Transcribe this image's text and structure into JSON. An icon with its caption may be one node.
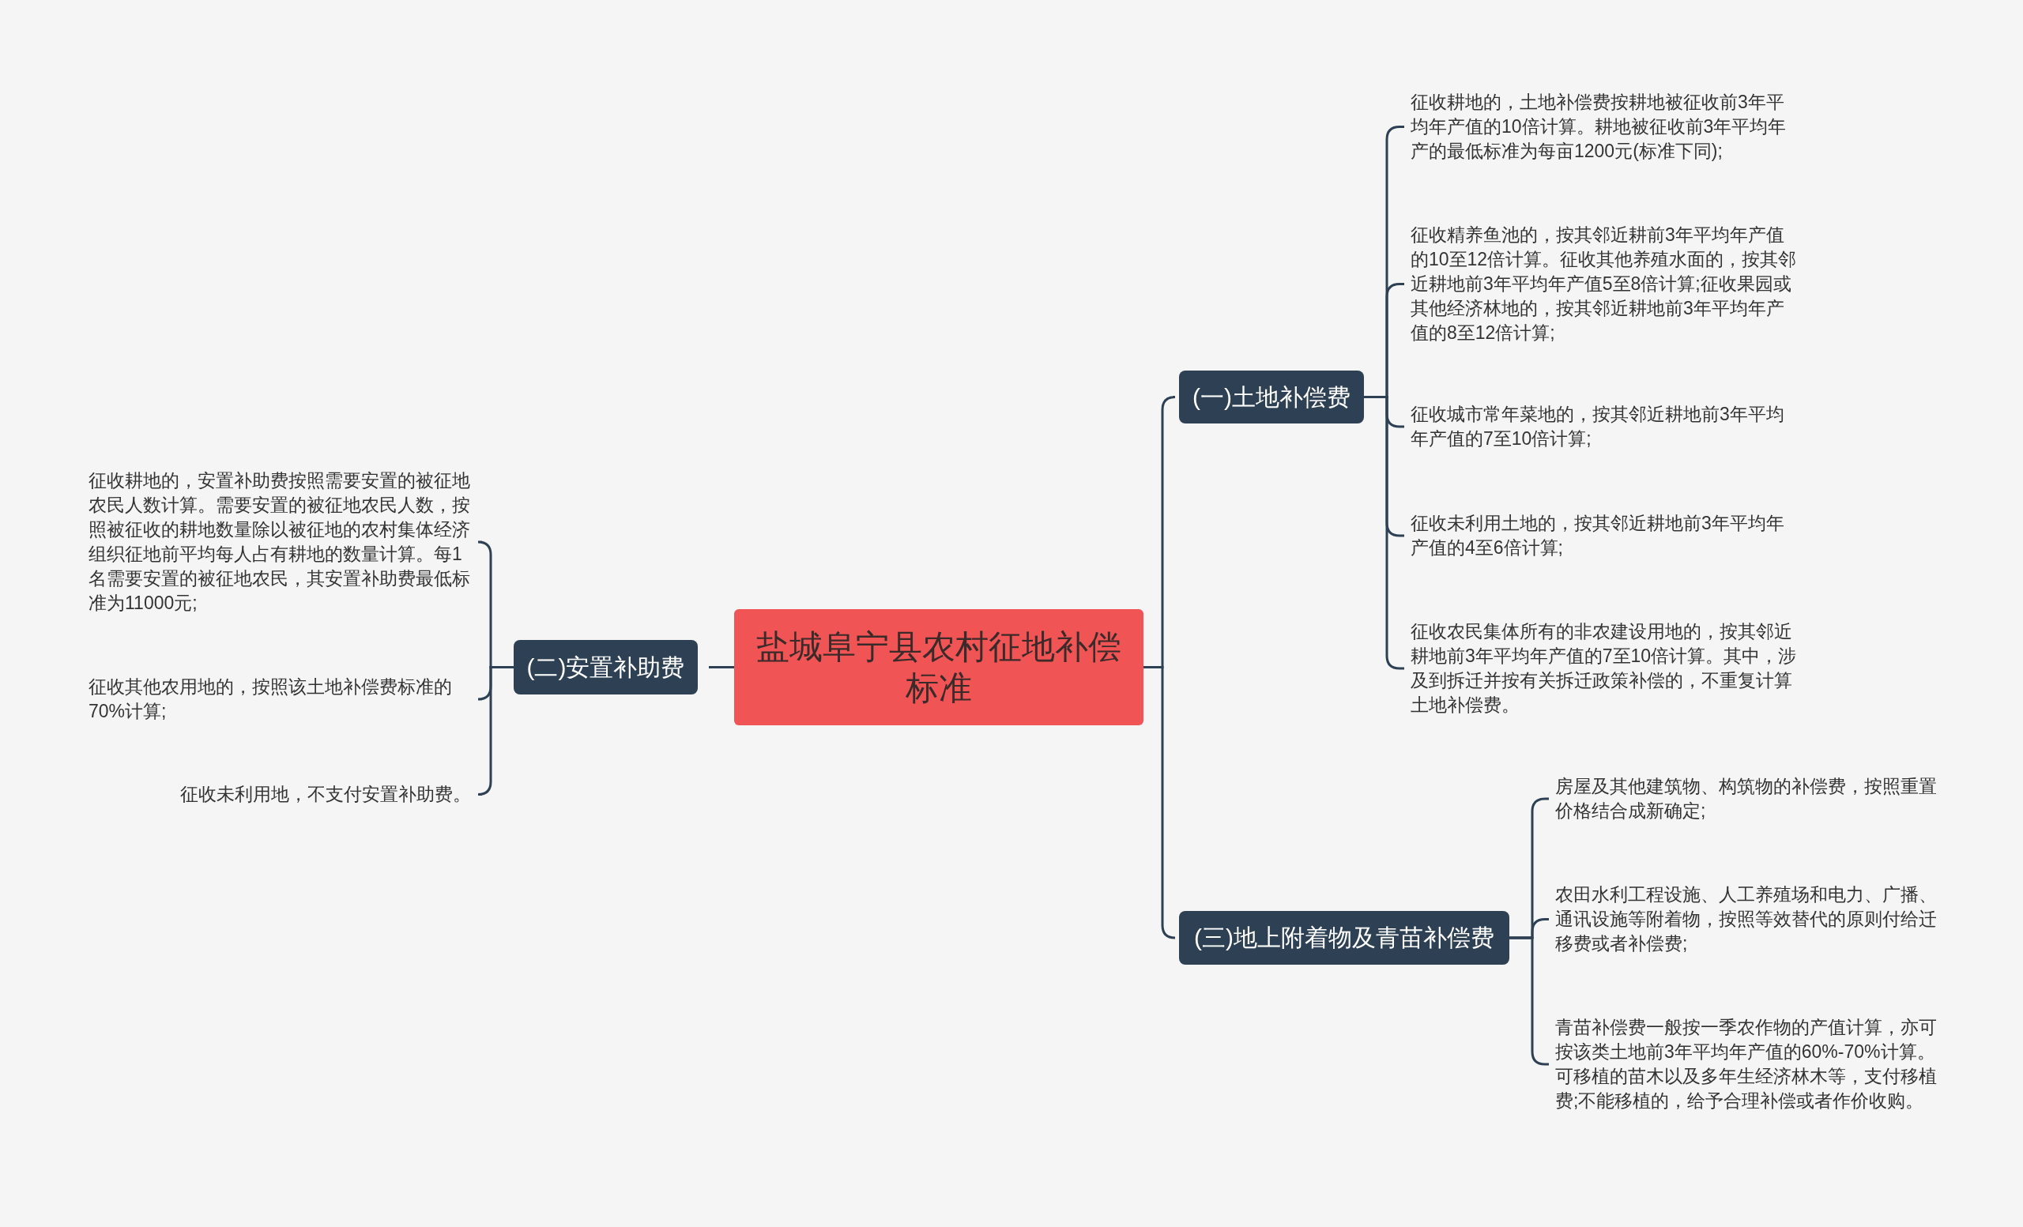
{
  "diagram": {
    "nodes": [
      {
        "text": [
          "盐城阜宁县农村征地补偿标准"
        ]
      },
      {
        "text": [
          "(一)土地补偿费"
        ]
      },
      {
        "text": [
          "征收耕地的，土地补偿费按耕地被征收前3年平均年产值的10倍计算。耕地被征收前3年平均年产的最低标准为每亩1200元(标准下同);"
        ]
      },
      {
        "text": [
          "征收精养鱼池的，按其邻近耕前3年平均年产值的10至12倍计算。征收其他养殖水面的，按其邻近耕地前3年平均年产值5至8倍计算;征收果园或其他经济林地的，按其邻近耕地前3年平均年产值的8至12倍计算;"
        ]
      },
      {
        "text": [
          "征收城市常年菜地的，按其邻近耕地前3年平均年产值的7至10倍计算;"
        ]
      },
      {
        "text": [
          "征收未利用土地的，按其邻近耕地前3年平均年产值的4至6倍计算;"
        ]
      },
      {
        "text": [
          "征收农民集体所有的非农建设用地的，按其邻近耕地前3年平均年产值的7至10倍计算。其中，涉及到拆迁并按有关拆迁政策补偿的，不重复计算土地补偿费。"
        ]
      },
      {
        "text": [
          "(三)地上附着物及青苗补偿费"
        ]
      },
      {
        "text": [
          "房屋及其他建筑物、构筑物的补偿费，按照重置价格结合成新确定;"
        ]
      },
      {
        "text": [
          "农田水利工程设施、人工养殖场和电力、广播、通讯设施等附着物，按照等效替代的原则付给迁移费或者补偿费;"
        ]
      },
      {
        "text": [
          "青苗补偿费一般按一季农作物的产值计算，亦可按该类土地前3年平均年产值的60%-70%计算。可移植的苗木以及多年生经济林木等，支付移植费;不能移植的，给予合理补偿或者作价收购。"
        ]
      },
      {
        "text": [
          "(二)安置补助费"
        ]
      },
      {
        "text": [
          "征收耕地的，安置补助费按照需要安置的被征地农民人数计算。需要安置的被征地农民人数，按照被征收的耕地数量除以被征地的农村集体经济组织征地前平均每人占有耕地的数量计算。每1名需要安置的被征地农民，其安置补助费最低标准为11000元;"
        ]
      },
      {
        "text": [
          "征收其他农用地的，按照该土地补偿费标准的70%计算;"
        ]
      },
      {
        "text": [
          "征收未利用地，不支付安置补助费。"
        ]
      }
    ],
    "edges": [
      {
        "from": 0,
        "to": 1,
        "arrow": "none"
      },
      {
        "from": 0,
        "to": 7,
        "arrow": "none"
      },
      {
        "from": 0,
        "to": 11,
        "arrow": "none"
      },
      {
        "from": 1,
        "to": 2,
        "arrow": "none"
      },
      {
        "from": 1,
        "to": 3,
        "arrow": "none"
      },
      {
        "from": 1,
        "to": 4,
        "arrow": "none"
      },
      {
        "from": 1,
        "to": 5,
        "arrow": "none"
      },
      {
        "from": 1,
        "to": 6,
        "arrow": "none"
      },
      {
        "from": 7,
        "to": 8,
        "arrow": "none"
      },
      {
        "from": 7,
        "to": 9,
        "arrow": "none"
      },
      {
        "from": 7,
        "to": 10,
        "arrow": "none"
      },
      {
        "from": 11,
        "to": 12,
        "arrow": "none"
      },
      {
        "from": 11,
        "to": 13,
        "arrow": "none"
      },
      {
        "from": 11,
        "to": 14,
        "arrow": "none"
      }
    ]
  }
}
